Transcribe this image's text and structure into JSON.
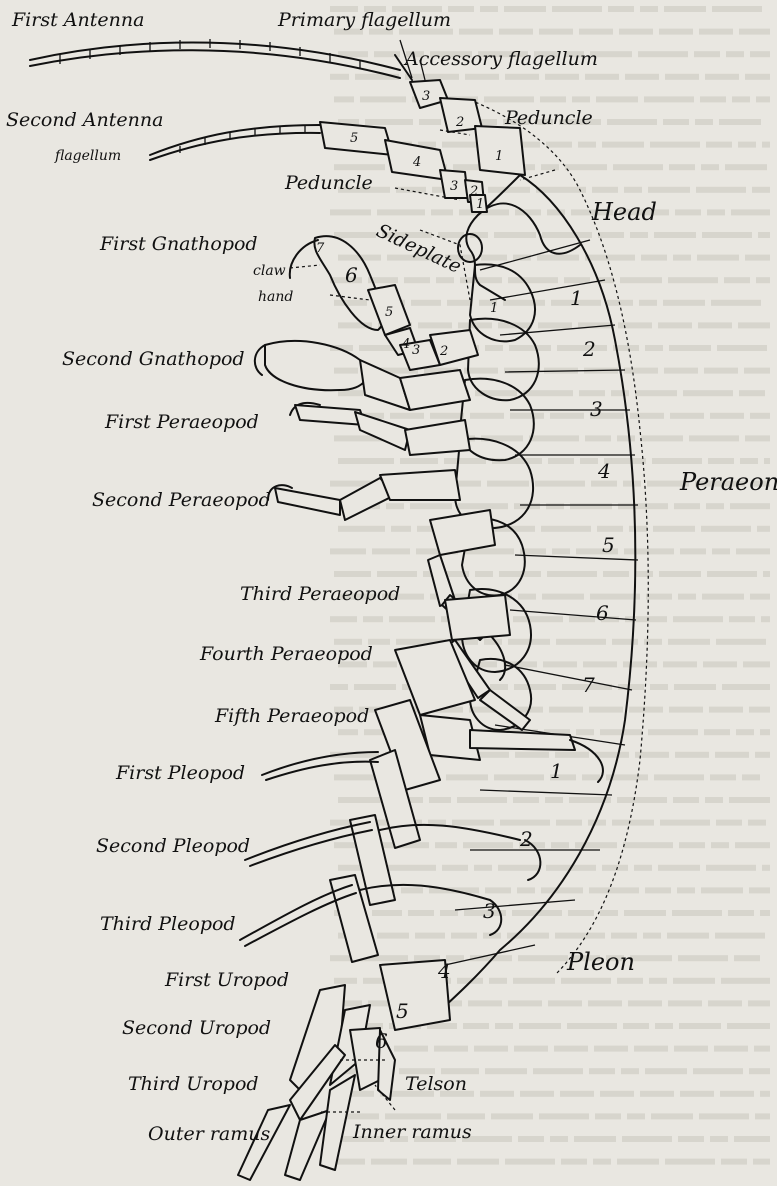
{
  "labels": {
    "first_antenna": "First Antenna",
    "primary_flagellum": "Primary flagellum",
    "accessory_flagellum": "Accessory flagellum",
    "second_antenna": "Second Antenna",
    "flagellum": "flagellum",
    "peduncle_upper": "Peduncle",
    "peduncle_lower": "Peduncle",
    "head": "Head",
    "first_gnathopod": "First Gnathopod",
    "sideplate": "Sideplate",
    "claw": "claw",
    "hand": "hand",
    "second_gnathopod": "Second Gnathopod",
    "first_peraeopod": "First Peraeopod",
    "peraeon": "Peraeon",
    "second_peraeopod": "Second Peraeopod",
    "third_peraeopod": "Third Peraeopod",
    "fourth_peraeopod": "Fourth Peraeopod",
    "fifth_peraeopod": "Fifth Peraeopod",
    "first_pleopod": "First Pleopod",
    "second_pleopod": "Second Pleopod",
    "third_pleopod": "Third Pleopod",
    "pleon": "Pleon",
    "first_uropod": "First Uropod",
    "second_uropod": "Second Uropod",
    "third_uropod": "Third Uropod",
    "telson": "Telson",
    "outer_ramus": "Outer ramus",
    "inner_ramus": "Inner ramus"
  },
  "segment_numbers": {
    "a1_3": "3",
    "a1_2": "2",
    "a1_1": "1",
    "a2_5": "5",
    "a2_4": "4",
    "a2_3": "3",
    "a2_2": "2",
    "a2_1": "1",
    "g1_7": "7",
    "g1_6": "6",
    "g1_5": "5",
    "g1_4": "4",
    "g1_3": "3",
    "g1_2": "2",
    "g1_1": "1",
    "per_1": "1",
    "per_2": "2",
    "per_3": "3",
    "per_4": "4",
    "per_5": "5",
    "per_6": "6",
    "per_7": "7",
    "ple_1": "1",
    "ple_2": "2",
    "ple_3": "3",
    "uro_4": "4",
    "uro_5": "5",
    "uro_6": "6"
  }
}
